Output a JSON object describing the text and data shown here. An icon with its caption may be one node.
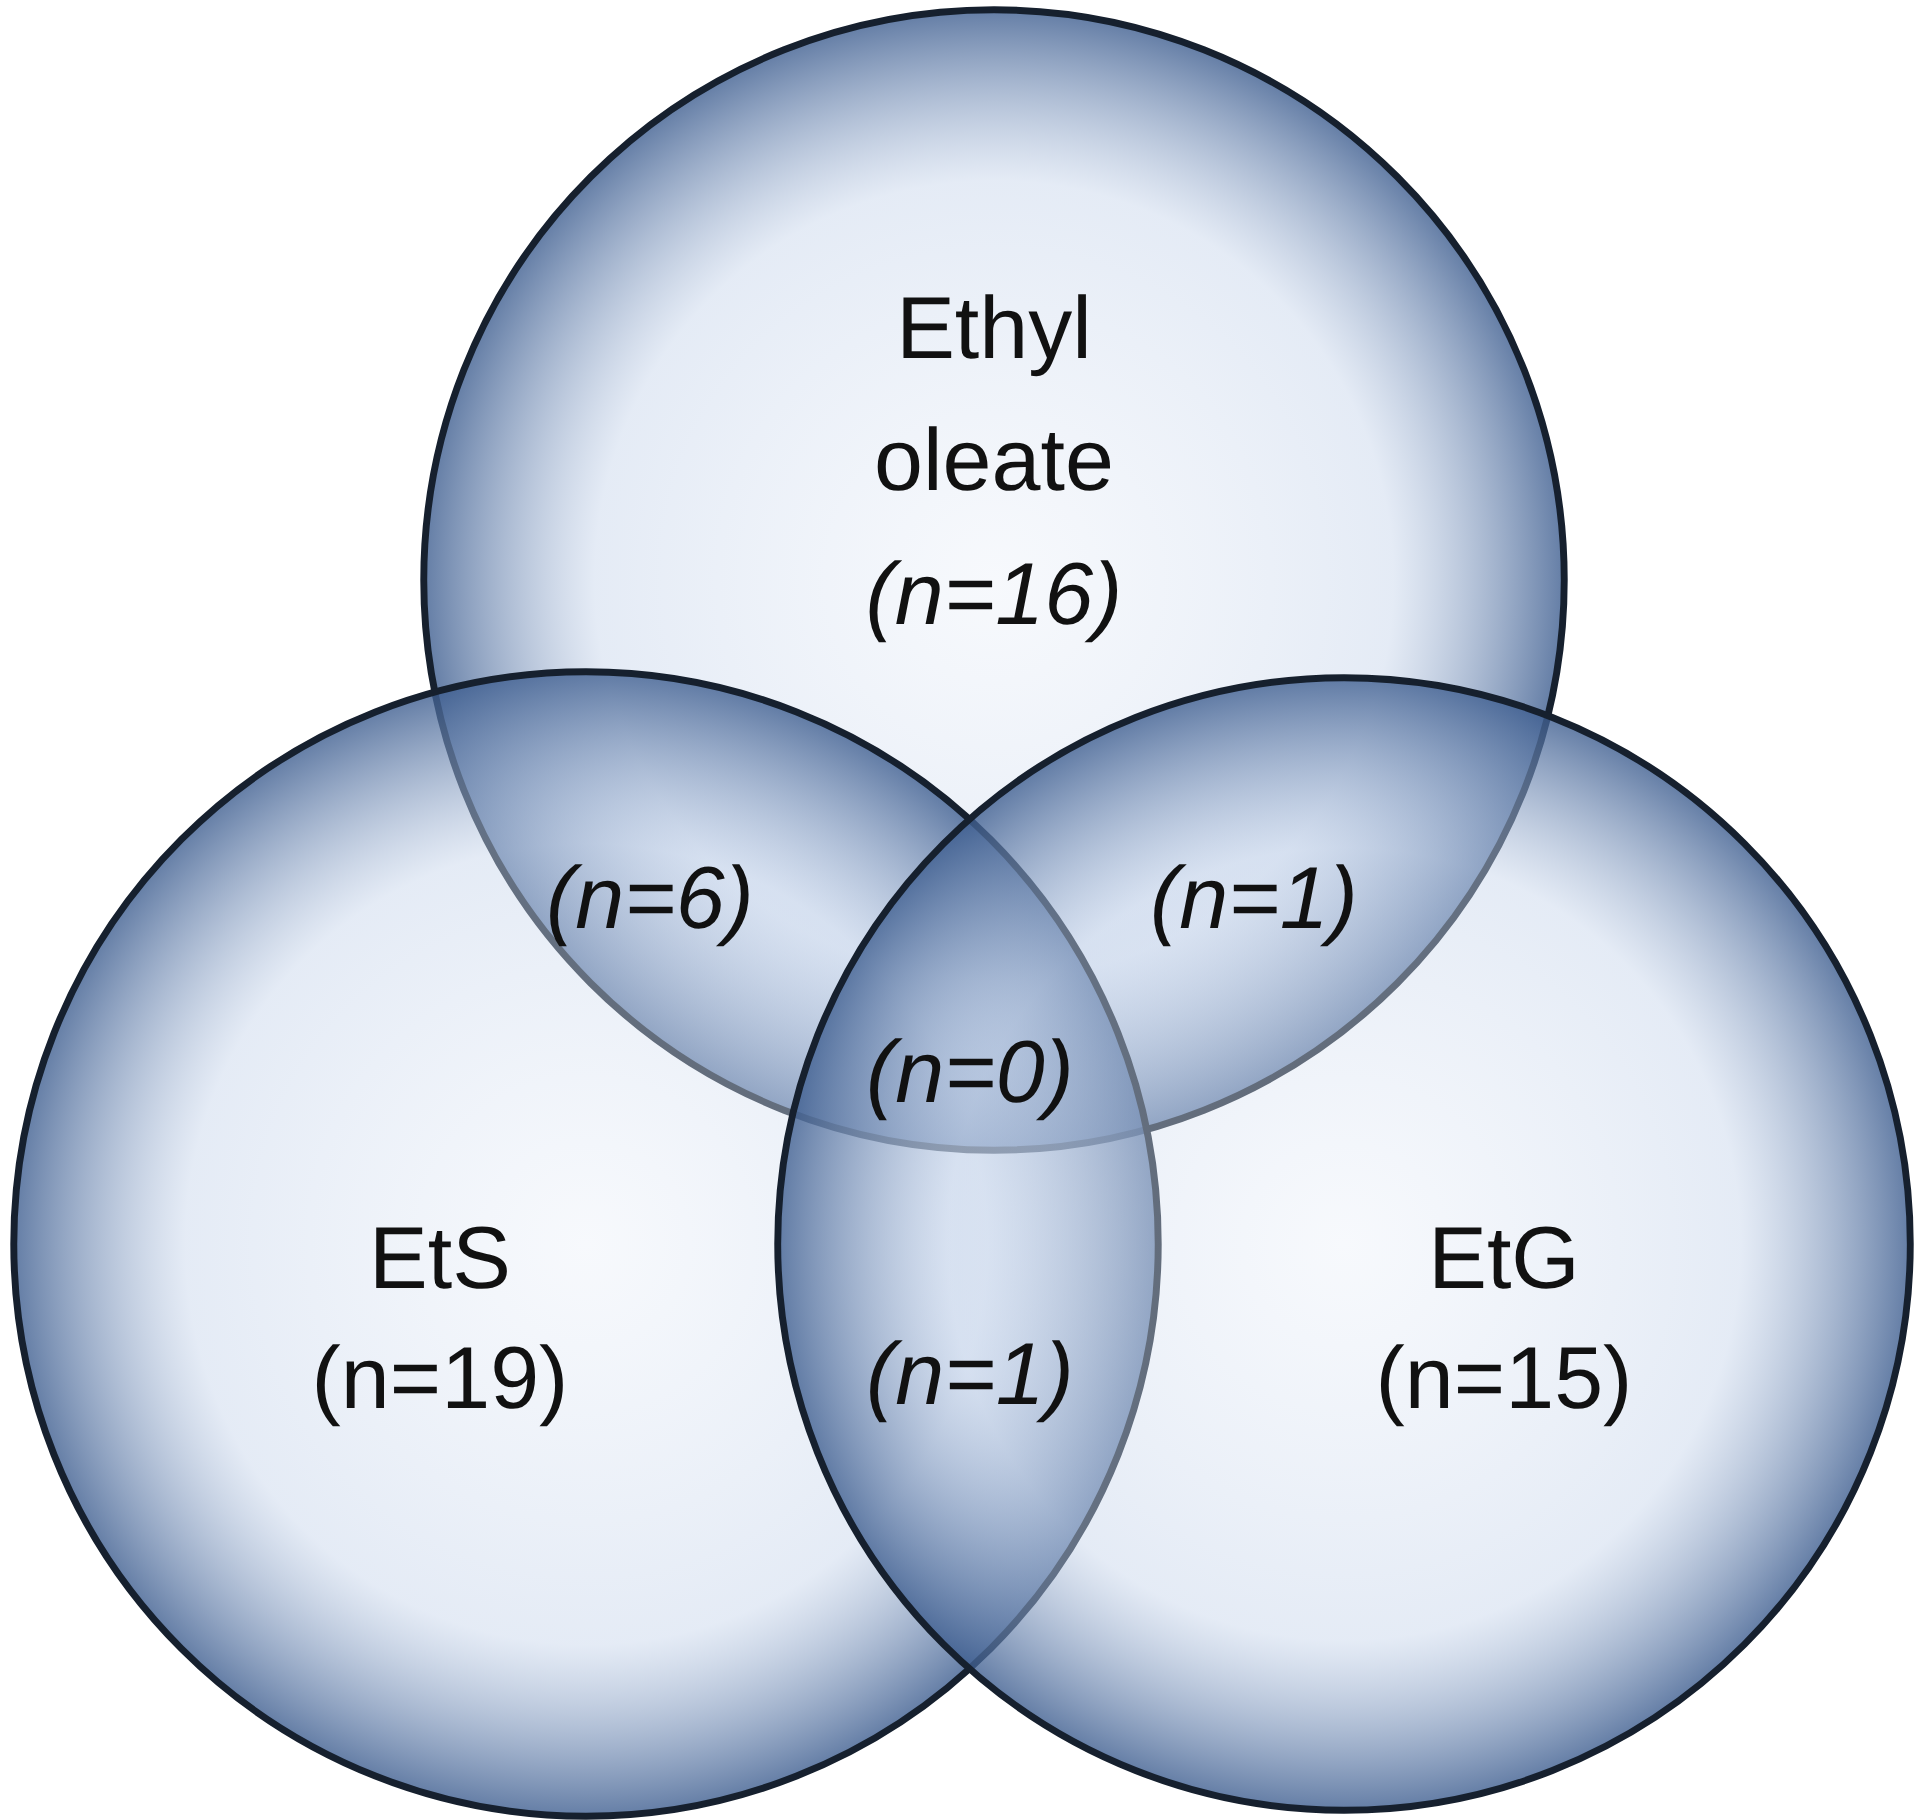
{
  "diagram": {
    "nodes": [
      {
        "text": [
          "Ethyl oleate",
          "(n=16)"
        ]
      },
      {
        "text": [
          "EtS",
          "(n=19)"
        ]
      },
      {
        "text": [
          "EtG",
          "(n=15)"
        ]
      }
    ],
    "labels": [
      "(n=6)",
      "(n=1)",
      "(n=0)",
      "(n=1)"
    ]
  }
}
